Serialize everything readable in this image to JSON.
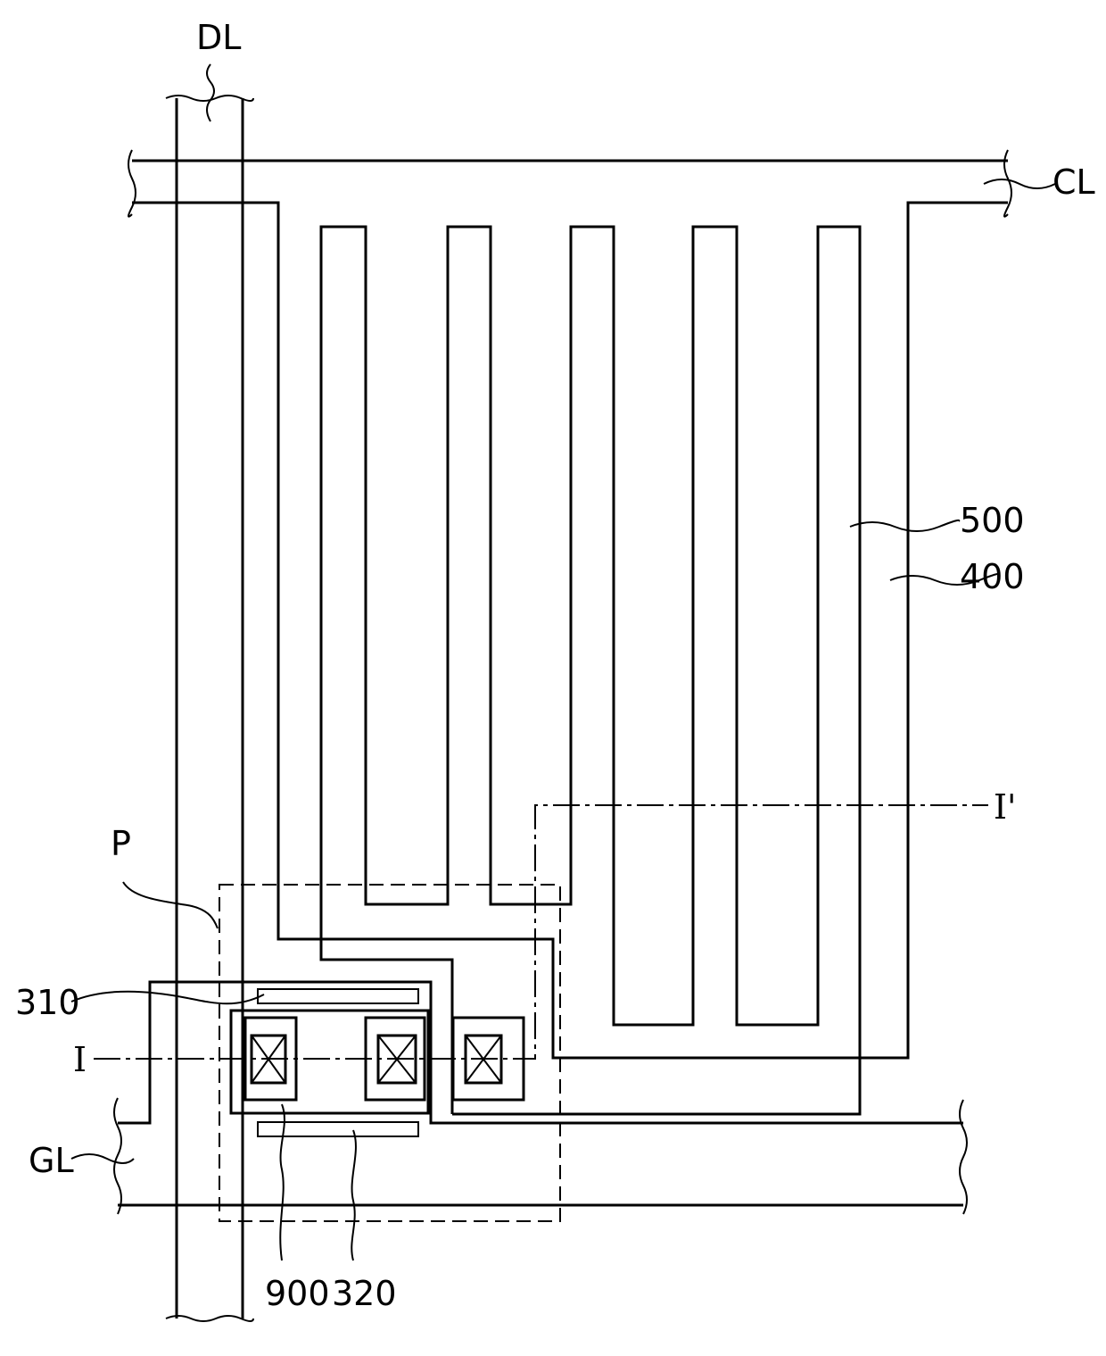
{
  "labels": {
    "DL": "DL",
    "CL": "CL",
    "GL": "GL",
    "P": "P",
    "ref_500": "500",
    "ref_400": "400",
    "ref_310": "310",
    "ref_320": "320",
    "ref_900": "900",
    "section_start": "I",
    "section_end": "I'"
  }
}
